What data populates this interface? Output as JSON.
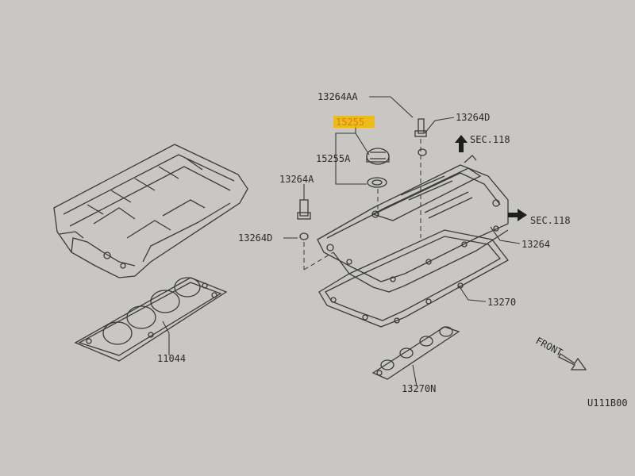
{
  "labels": {
    "p13264AA": "13264AA",
    "p15255": "15255",
    "p13264D_top": "13264D",
    "sec118_top": "SEC.118",
    "p15255A": "15255A",
    "p13264A": "13264A",
    "sec118_right": "SEC.118",
    "p13264D_left": "13264D",
    "p13264": "13264",
    "p13270": "13270",
    "p11044": "11044",
    "p13270N": "13270N",
    "front": "FRONT",
    "diagram_code": "U111B00"
  },
  "colors": {
    "highlight": "#f5b800",
    "highlight_text": "#e07a10",
    "ink": "#3a3a3a",
    "paper": "#c9c7c3"
  }
}
